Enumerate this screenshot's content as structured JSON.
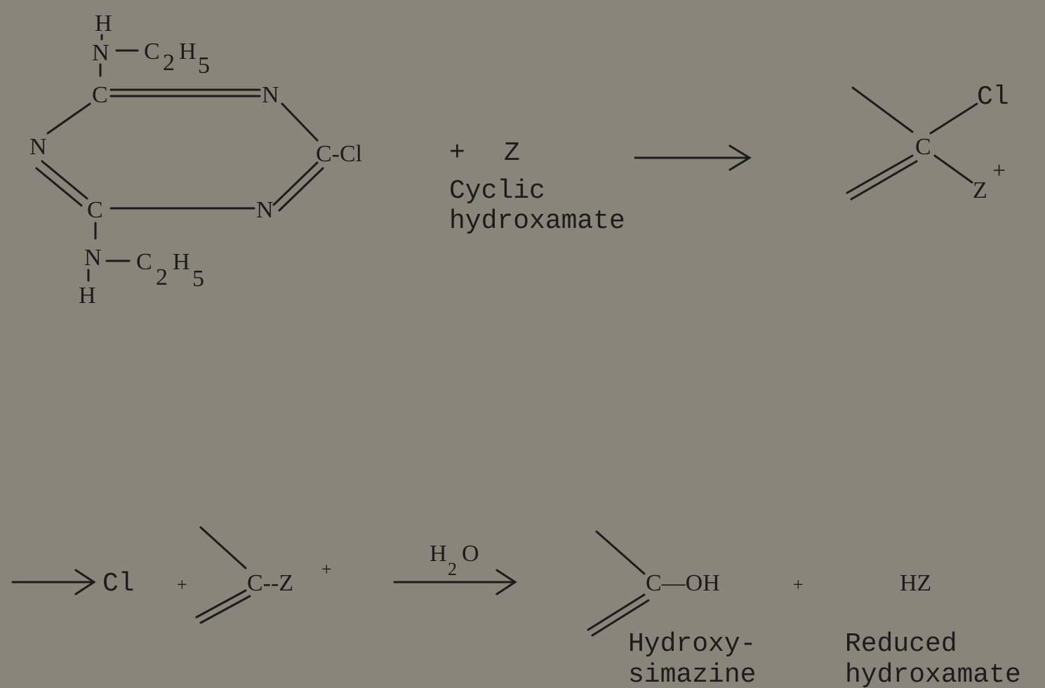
{
  "simazine": {
    "h_top": "H",
    "n_top": "N",
    "ethyl_top": "C",
    "ethyl_top_sub": "2",
    "ethyl_top_h": "H",
    "ethyl_top_h_sub": "5",
    "c_upper": "C",
    "n_upper_right": "N",
    "n_left": "N",
    "c_right": "C-Cl",
    "c_lower": "C",
    "n_lower_right": "N",
    "n_bottom": "N",
    "ethyl_bottom": "C",
    "ethyl_bottom_sub": "2",
    "ethyl_bottom_h": "H",
    "ethyl_bottom_h_sub": "5",
    "h_bottom": "H"
  },
  "reaction1": {
    "plus": "+",
    "reagent": "Z",
    "reagent_label_line1": "Cyclic",
    "reagent_label_line2": "hydroxamate"
  },
  "intermediate1": {
    "cl": "Cl",
    "c": "C",
    "z": "Z",
    "charge": "+"
  },
  "reaction2": {
    "cl": "Cl",
    "plus1": "+",
    "c_z": "C--Z",
    "charge": "+",
    "h": "H",
    "h2o_sub": "2",
    "o": "O",
    "product_c_oh": "C—OH",
    "plus2": "+",
    "hz": "HZ",
    "product_label_line1": "Hydroxy-",
    "product_label_line2": "simazine",
    "byproduct_label_line1": "Reduced",
    "byproduct_label_line2": "hydroxamate"
  }
}
